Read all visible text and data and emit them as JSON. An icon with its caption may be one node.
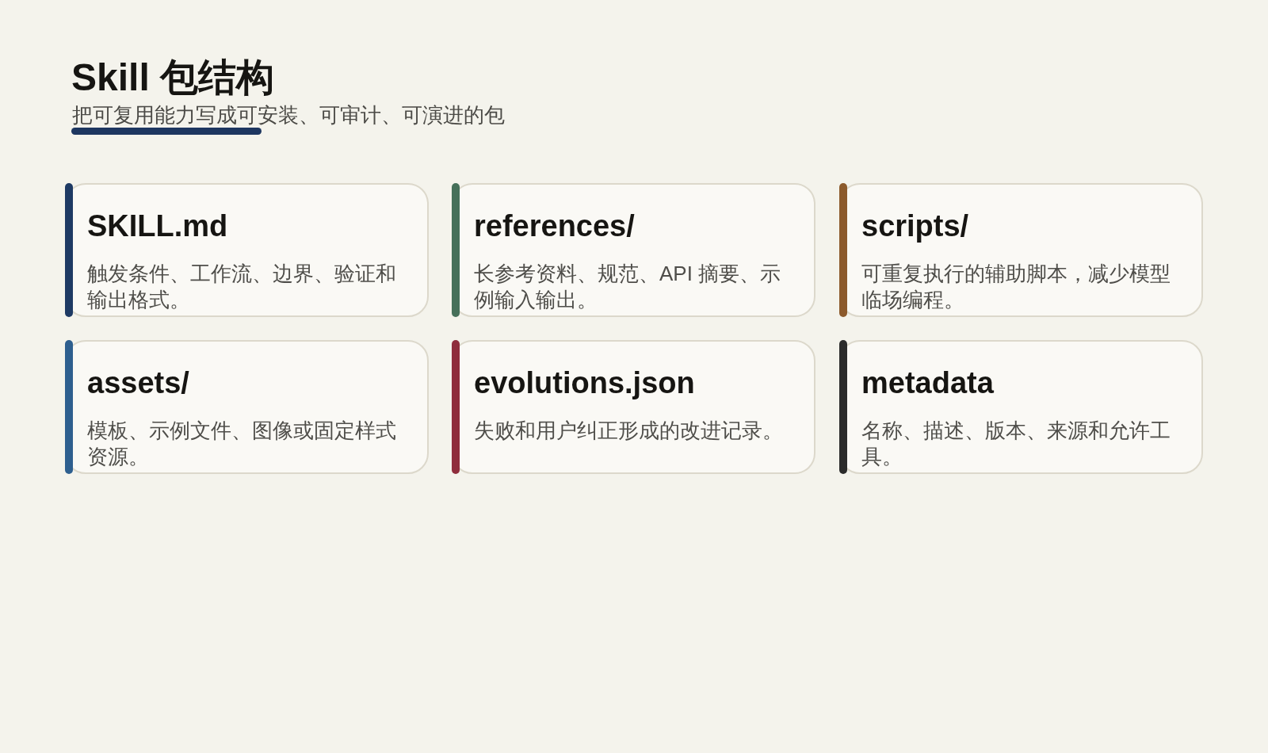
{
  "diagram": {
    "title": "Skill 包结构",
    "nodes": [
      {
        "text": [
          "SKILL.md",
          "触发条件、工作流、边界、验证和输出格式。"
        ]
      },
      {
        "text": [
          "references/",
          "长参考资料、规范、API 摘要、示例输入输出。"
        ]
      },
      {
        "text": [
          "scripts/",
          "可重复执行的辅助脚本，减少模型临场编程。"
        ]
      },
      {
        "text": [
          "assets/",
          "模板、示例文件、图像或固定样式资源。"
        ]
      },
      {
        "text": [
          "evolutions.json",
          "失败和用户纠正形成的改进记录。"
        ]
      },
      {
        "text": [
          "metadata",
          "名称、描述、版本、来源和允许工具。"
        ]
      }
    ],
    "labels": [
      "把可复用能力写成可安装、可审计、可演进的包"
    ]
  }
}
